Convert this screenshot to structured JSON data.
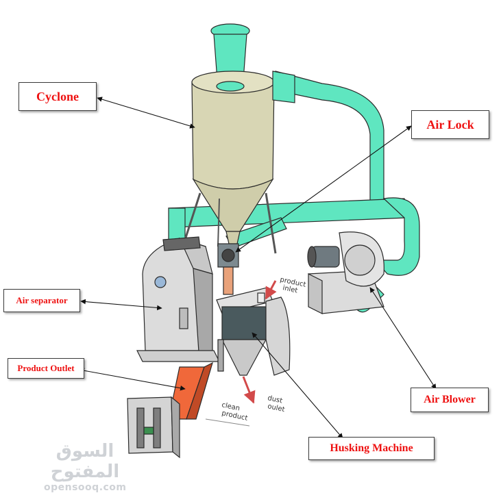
{
  "labels": {
    "cyclone": "Cyclone",
    "air_lock": "Air Lock",
    "air_separator": "Air separator",
    "product_outlet": "Product Outlet",
    "air_blower": "Air Blower",
    "husking_machine": "Husking Machine"
  },
  "inline_text": {
    "product_inlet_line1": "product",
    "product_inlet_line2": "inlet",
    "clean_product_line1": "clean",
    "clean_product_line2": "product",
    "dust_outlet_line1": "dust",
    "dust_outlet_line2": "oulet"
  },
  "watermark": {
    "arabic": "السوق المفتوح",
    "latin": "opensooq.com"
  },
  "colors": {
    "label_text": "#ee1111",
    "pipe": "#5fe6c0",
    "cyclone_body": "#d8d6b4",
    "machine_body": "#dcdcdc",
    "outlet_chute": "#f0683a",
    "line": "#1a1a1a"
  }
}
